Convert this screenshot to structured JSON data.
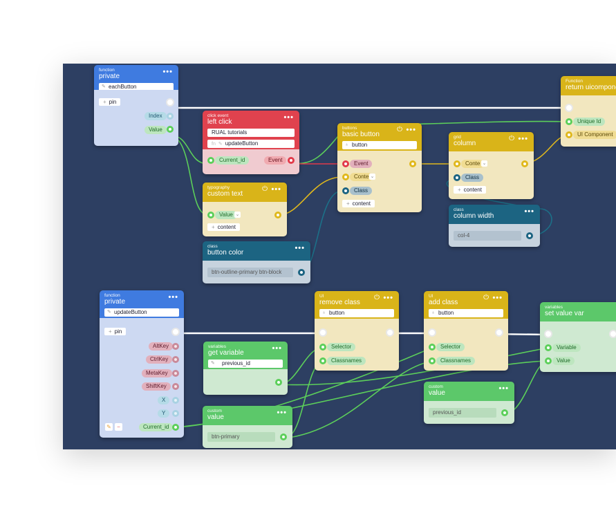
{
  "nodes": {
    "fn_each": {
      "category": "function",
      "title": "private",
      "field": "eachButton",
      "add_label": "pin",
      "out1": "Index",
      "out2": "Value"
    },
    "click": {
      "category": "click event",
      "title": "left click",
      "field1": "RUAL tutorials",
      "field2_prefix": "fn",
      "field2": "updateButton",
      "out1": "Current_id",
      "out2": "Event"
    },
    "typo": {
      "category": "typography",
      "title": "custom text",
      "in1": "Value",
      "add_label": "content"
    },
    "btncolor": {
      "category": "class",
      "title": "button color",
      "value": "btn-outline-primary btn-block"
    },
    "basicbtn": {
      "category": "buttons",
      "title": "basic button",
      "field": "button",
      "in1": "Event",
      "in2": "Conte",
      "in3": "Class",
      "add_label": "content"
    },
    "gridcol": {
      "category": "grid",
      "title": "column",
      "in1": "Conte",
      "in2": "Class",
      "add_label": "content"
    },
    "colwidth": {
      "category": "class",
      "title": "column width",
      "value": "col-4"
    },
    "retfn": {
      "category": "Function",
      "title": "return uicomponent",
      "in1": "Unique Id",
      "in2": "UI Component"
    },
    "fn_update": {
      "category": "function",
      "title": "private",
      "field": "updateButton",
      "add_label": "pin",
      "out1": "AltKey",
      "out2": "CtrlKey",
      "out3": "MetaKey",
      "out4": "ShiftKey",
      "out5": "X",
      "out6": "Y",
      "out7": "Current_id"
    },
    "getvar": {
      "category": "variables",
      "title": "get variable",
      "field": "previous_id"
    },
    "remclass": {
      "category": "UI",
      "title": "remove class",
      "field": "button",
      "in1": "Selector",
      "in2": "Classnames"
    },
    "addclass": {
      "category": "UI",
      "title": "add class",
      "field": "button",
      "in1": "Selector",
      "in2": "Classnames"
    },
    "setvar": {
      "category": "variables",
      "title": "set value var",
      "in1": "Variable",
      "in2": "Value"
    },
    "cval1": {
      "category": "custom",
      "title": "value",
      "value": "btn-primary"
    },
    "cval2": {
      "category": "custom",
      "title": "value",
      "value": "previous_id"
    }
  },
  "colors": {
    "canvas": "#2d3f62",
    "wire_white": "#ffffff",
    "wire_green": "#5ccf5a",
    "wire_yellow": "#e0b81d",
    "wire_red": "#e23a4a",
    "wire_teal": "#1c7088"
  }
}
